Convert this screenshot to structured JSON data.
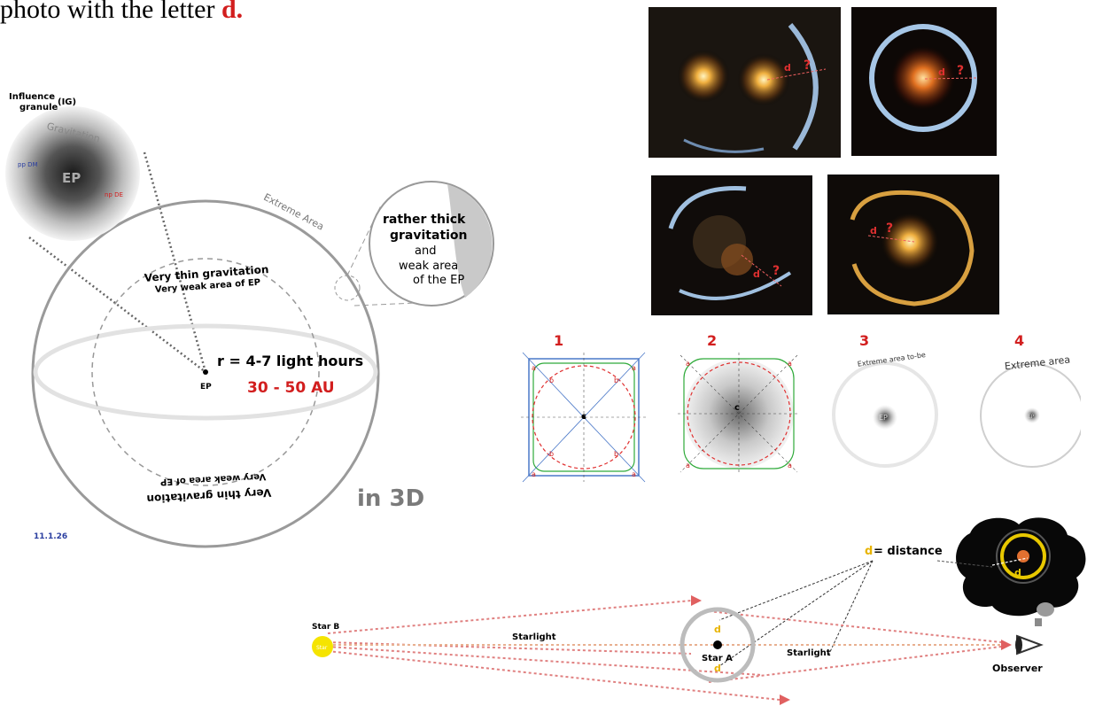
{
  "header": {
    "caption": "photo with the letter ",
    "caption_highlight": "d."
  },
  "sphere": {
    "ig_title_1": "Influence",
    "ig_title_2": "granule",
    "ig_title_abbr": "(IG)",
    "grav_label": "Gravitation",
    "ep": "EP",
    "pp_dm": "pp DM",
    "np_de": "np DE",
    "extreme_area": "Extreme Area",
    "thin_top_1": "Very thin gravitation",
    "thin_top_2": "Very weak area of EP",
    "thin_bot_1": "Very thin gravitation",
    "thin_bot_2": "Very weak area of EP",
    "radius": "r = 4-7 light hours",
    "au": "30 - 50 AU",
    "center_ep": "EP",
    "in3d": "in 3D",
    "date": "11.1.26",
    "zoom_1": "rather thick",
    "zoom_2": "gravitation",
    "zoom_3": "and",
    "zoom_4": "weak area",
    "zoom_5": "of the EP"
  },
  "photos": {
    "d": "d",
    "q": "?"
  },
  "stages": {
    "labels": [
      "1",
      "2",
      "3",
      "4"
    ],
    "a": "a",
    "b": "b",
    "c": "c",
    "extreme_tobe": "Extreme area to-be",
    "extreme": "Extreme area",
    "ep": "EP"
  },
  "lensing": {
    "star_b": "Star B",
    "star_b_small": "Star",
    "starlight_1": "Starlight",
    "starlight_2": "Starlight",
    "star_a": "Star A",
    "d_top": "d",
    "d_bot": "d",
    "d_label": "d",
    "distance": " = distance",
    "observer": "Observer",
    "bubble_d": "d"
  },
  "colors": {
    "accent_red": "#d21e1e",
    "gold": "#e8b400",
    "link_blue": "#2a3ea0"
  }
}
